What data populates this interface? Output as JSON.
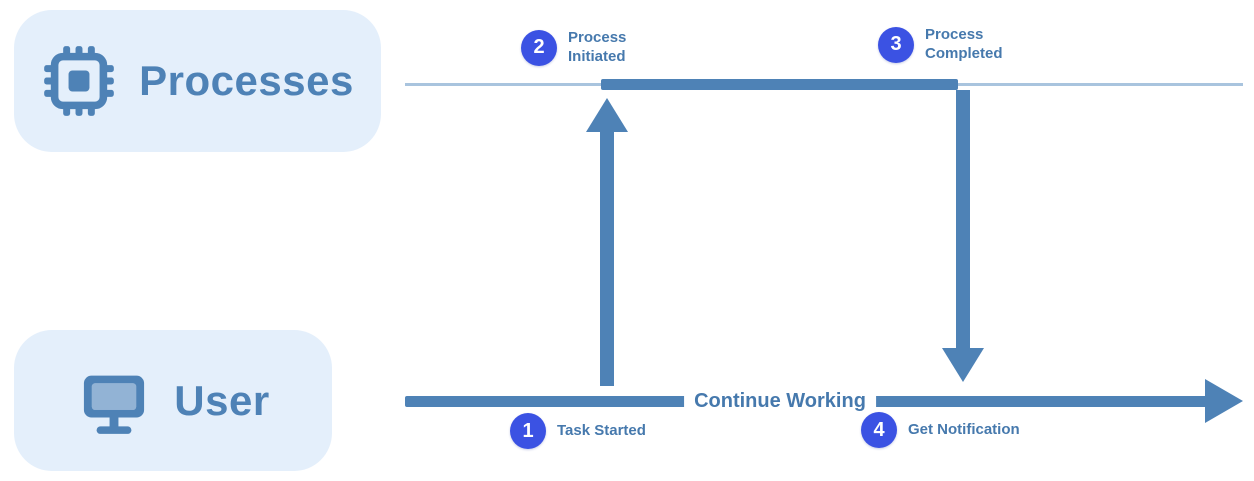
{
  "lanes": {
    "processes": {
      "label": "Processes",
      "icon": "cpu-icon"
    },
    "user": {
      "label": "User",
      "icon": "monitor-icon"
    }
  },
  "events": [
    {
      "number": "1",
      "label": "Task Started",
      "lane": "user"
    },
    {
      "number": "2",
      "label": "Process Initiated",
      "lane": "processes"
    },
    {
      "number": "3",
      "label": "Process Completed",
      "lane": "processes"
    },
    {
      "number": "4",
      "label": "Get Notification",
      "lane": "user"
    }
  ],
  "annotations": {
    "continue_working": "Continue Working"
  },
  "colors": {
    "accent": "#4E82B6",
    "text_blue": "#4679AD",
    "badge_blue": "#3B52E3",
    "panel_bg": "#E4EFFB",
    "timeline_light": "#A9C4DE"
  }
}
